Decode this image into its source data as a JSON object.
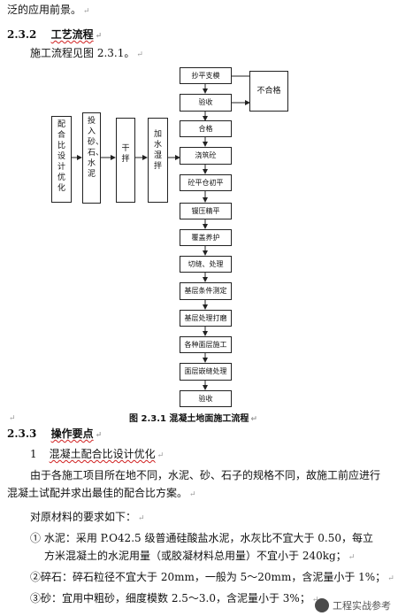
{
  "intro_line": "泛的应用前景。",
  "section_232": {
    "number": "2.3.2",
    "title": "工艺流程"
  },
  "flow_intro": "施工流程见图 2.3.1。",
  "left_boxes": [
    "配合比设计优化",
    "投入砂、石、水泥",
    "干拌",
    "加水湿拌"
  ],
  "main_boxes": [
    "抄平支模",
    "验收",
    "合格",
    "浇筑砼",
    "砼平仓初平",
    "镘压精平",
    "覆盖养护",
    "切缝、处理",
    "基层条件测定",
    "基层处理打磨",
    "各种面层施工",
    "面层嵌缝处理",
    "验收"
  ],
  "side_box": "不合格",
  "caption": "图 2.3.1   混凝土地面施工流程",
  "section_233": {
    "number": "2.3.3",
    "title": "操作要点"
  },
  "item1": {
    "number": "1",
    "title": "混凝土配合比设计优化"
  },
  "para1_line1": "由于各施工项目所在地不同，水泥、砂、石子的规格不同，故施工前应进行",
  "para1_line2": "混凝土试配并求出最佳的配合比方案。",
  "req_intro": "对原材料的要求如下：",
  "req1_line1": "①  水泥：采用  P.O42.5 级普通硅酸盐水泥，水灰比不宜大于  0.50，每立",
  "req1_line2": "方米混凝土的水泥用量（或胶凝材料总用量）不宜小于  240kg；",
  "req2": "②碎石：碎石粒径不宜大于 20mm，一般为 5～20mm，含泥量小于 1%；",
  "req3": "③砂：宜用中粗砂，细度模数 2.5～3.0，含泥量小于 3%；",
  "watermark": "工程实战参考"
}
